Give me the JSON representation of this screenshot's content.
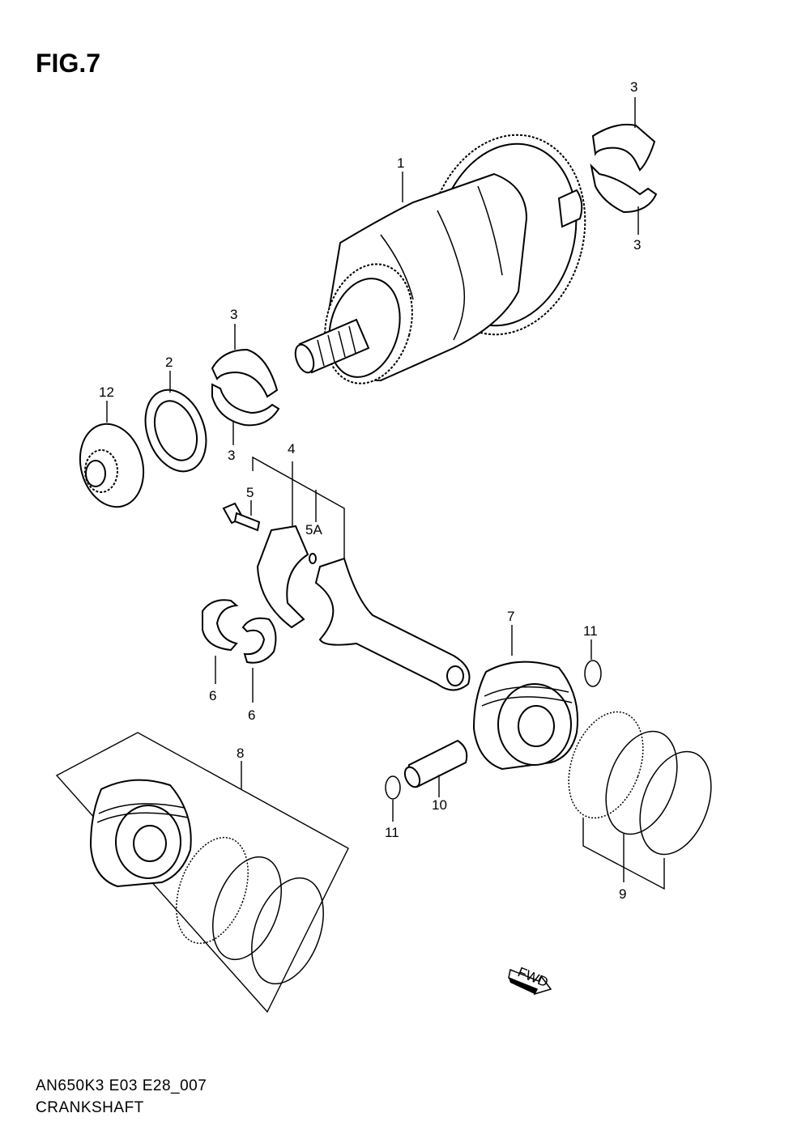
{
  "figure": {
    "title": "FIG.7"
  },
  "footer": {
    "code": "AN650K3 E03 E28_007",
    "name": "CRANKSHAFT"
  },
  "callouts": {
    "c1": "1",
    "c2": "2",
    "c3a": "3",
    "c3b": "3",
    "c3c": "3",
    "c3d": "3",
    "c4": "4",
    "c5": "5",
    "c5a": "5A",
    "c6a": "6",
    "c6b": "6",
    "c7": "7",
    "c8": "8",
    "c9": "9",
    "c10": "10",
    "c11a": "11",
    "c11b": "11",
    "c12": "12"
  },
  "fwd_label": "FWD"
}
